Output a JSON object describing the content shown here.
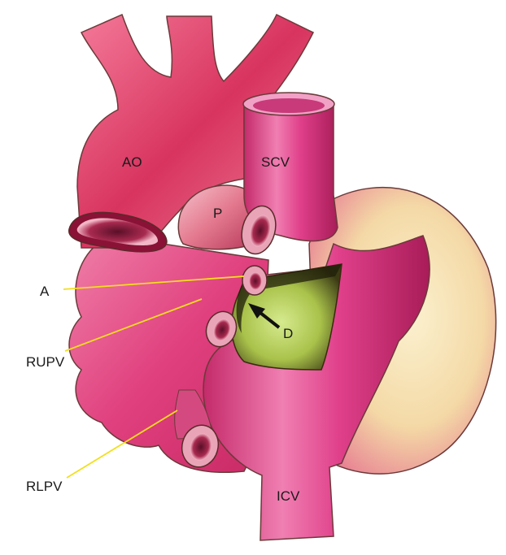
{
  "labels": {
    "ao": "AO",
    "scv": "SCV",
    "p": "P",
    "a": "A",
    "d": "D",
    "rupv": "RUPV",
    "rlpv": "RLPV",
    "icv": "ICV"
  },
  "colors": {
    "vessel_pink": "#e0407e",
    "vessel_light": "#f7a6c6",
    "vessel_dark": "#9c1848",
    "aorta_red": "#d8345f",
    "atrium_green": "#a9c24a",
    "atrium_dark": "#2b2a12",
    "ventricle_cream": "#f6e6b2",
    "leader_line": "#f2df1e",
    "outline": "#6b3a3a"
  }
}
